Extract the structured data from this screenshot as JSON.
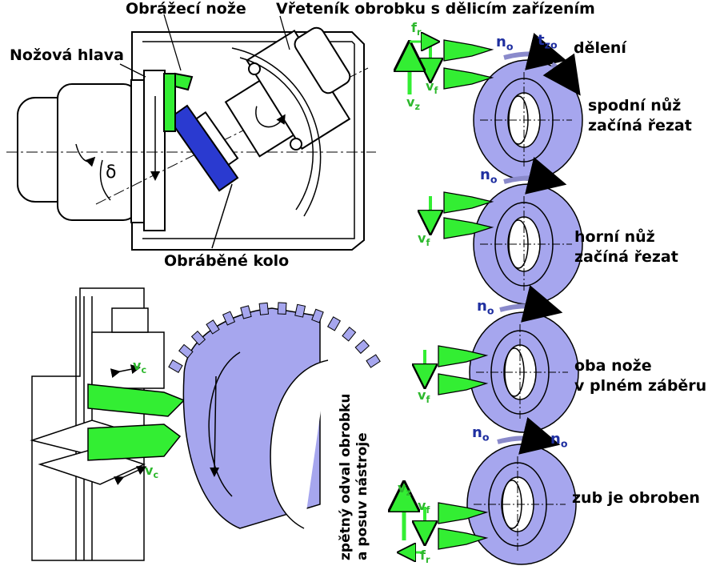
{
  "labels": {
    "tool_head": "Nožová hlava",
    "knives": "Obrážecí nože",
    "workhead": "Vřeteník obrobku s dělicím zařízením",
    "workpiece": "Obráběné kolo",
    "delta": "δ",
    "side_note_line1": "zpětný odval obrobku",
    "side_note_line2": "a posuv nástroje"
  },
  "symbols": {
    "fr": "f",
    "fr_sub": "r",
    "vz": "v",
    "vz_sub": "z",
    "vf": "v",
    "vf_sub": "f",
    "vc": "v",
    "vc_sub": "c",
    "no": "n",
    "no_sub": "o",
    "tzo": "t",
    "tzo_sub": "zo"
  },
  "stages": [
    {
      "text": "dělení"
    },
    {
      "text": "spodní nůž\nzačíná řezat"
    },
    {
      "text": "horní nůž\nzačíná řezat"
    },
    {
      "text": "oba nože\nv plném záběru"
    },
    {
      "text": "zub je obroben"
    }
  ],
  "colors": {
    "knife_green": "#33ee33",
    "gear_blue": "#a6a6ee",
    "gear_dark": "#2a3ad0",
    "label_blue": "#1f2fa0",
    "symbol_green": "#2db82d",
    "line_black": "#000000"
  }
}
